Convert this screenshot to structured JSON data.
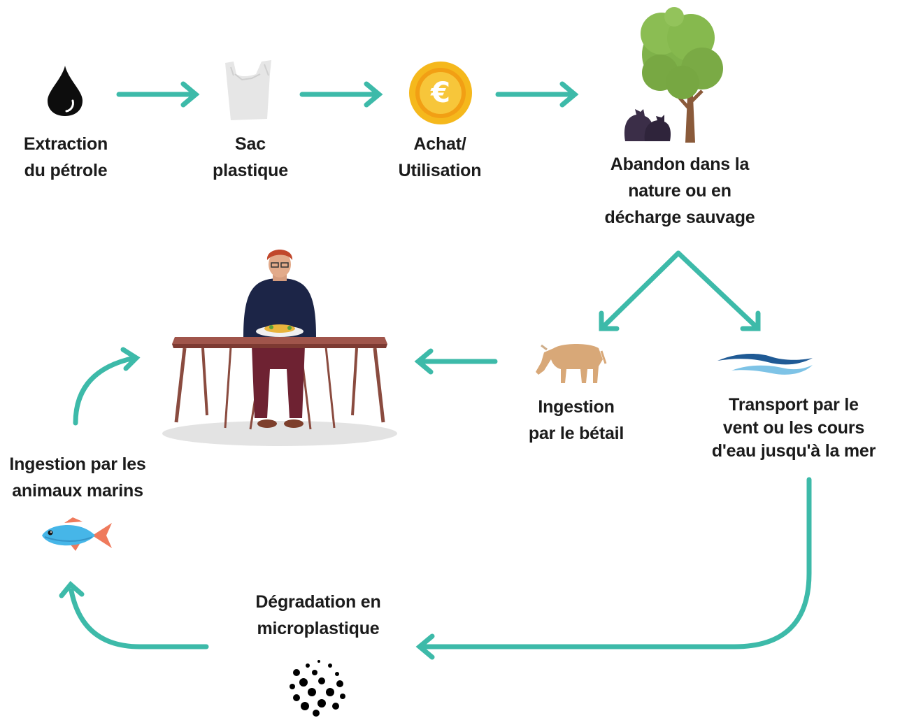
{
  "colors": {
    "arrow": "#3dbaa9",
    "text": "#1b1b1b",
    "tree_foliage": "#7fb24a",
    "tree_trunk": "#8a5a3a",
    "trash_bag": "#3b2e48",
    "coin": "#f5b81c",
    "cow": "#d8a878",
    "water_dark": "#1f5a95",
    "water_light": "#7ec3e6",
    "fish": "#46b6e8",
    "fish_fin": "#ef7a5c"
  },
  "steps": {
    "extraction": {
      "label": "Extraction\ndu pétrole",
      "icon": "oil-drop-icon"
    },
    "sac": {
      "label": "Sac\nplastique",
      "icon": "plastic-bag-icon"
    },
    "achat": {
      "label": "Achat/\nUtilisation",
      "icon": "euro-coin-icon"
    },
    "abandon": {
      "label": "Abandon dans la\nnature ou en\ndécharge sauvage",
      "icon": "tree-trash-icon"
    },
    "betail": {
      "label": "Ingestion\npar le bétail",
      "icon": "cow-icon"
    },
    "transport": {
      "label": "Transport par le\nvent ou les cours\nd'eau jusqu'à la mer",
      "icon": "water-wave-icon"
    },
    "degradation": {
      "label": "Dégradation en\nmicroplastique",
      "icon": "microplastic-dots-icon"
    },
    "marins": {
      "label": "Ingestion par les\nanimaux marins",
      "icon": "fish-icon"
    },
    "human": {
      "icon": "person-eating-icon"
    }
  }
}
